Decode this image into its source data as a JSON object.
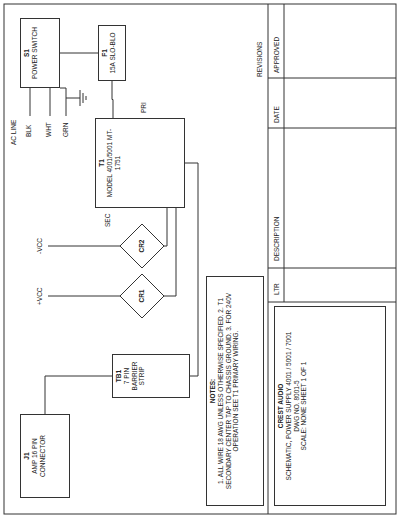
{
  "diagram": {
    "nodes": [
      {
        "text": [
          "CREST AUDIO",
          "SCHEMATIC, POWER SUPPLY 4001 / 5001 / 7001",
          "DWG NO. 8001-5",
          "SCALE: NONE SHEET 1 OF 1"
        ]
      },
      {
        "text": [
          "NOTES:",
          "1. ALL WIRE 18 AWG UNLESS OTHERWISE SPECIFIED. 2. T1 SECONDARY CENTER TAP TO CHASSIS GROUND. 3. FOR 240V OPERATION SEE T1 PRIMARY WIRING."
        ]
      },
      {
        "text": [
          "J1",
          "AMP 16 PIN CONNECTOR"
        ]
      },
      {
        "text": [
          "TB1",
          "7 PIN BARRIER STRIP"
        ]
      },
      {
        "text": [
          "T1",
          "MODEL 4001/5001 MT-1751"
        ]
      },
      {
        "text": [
          "CR1"
        ]
      },
      {
        "text": [
          "CR2"
        ]
      },
      {
        "text": [
          "F1",
          "15A SLO-BLO"
        ]
      },
      {
        "text": [
          "S1",
          "POWER SWITCH"
        ]
      }
    ],
    "edges": [
      {
        "from": 2,
        "to": 3,
        "arrow": "none"
      },
      {
        "from": 3,
        "to": 4,
        "arrow": "none"
      },
      {
        "from": 4,
        "to": 5,
        "arrow": "none"
      },
      {
        "from": 4,
        "to": 6,
        "arrow": "none"
      },
      {
        "from": 7,
        "to": 4,
        "arrow": "none"
      },
      {
        "from": 8,
        "to": 7,
        "arrow": "none"
      }
    ],
    "labels": [
      "+VCC",
      "-VCC",
      "PRI",
      "SEC",
      "BLK",
      "WHT",
      "GRN",
      "AC LINE",
      "LTR",
      "DESCRIPTION",
      "DATE",
      "APPROVED",
      "REVISIONS"
    ]
  }
}
